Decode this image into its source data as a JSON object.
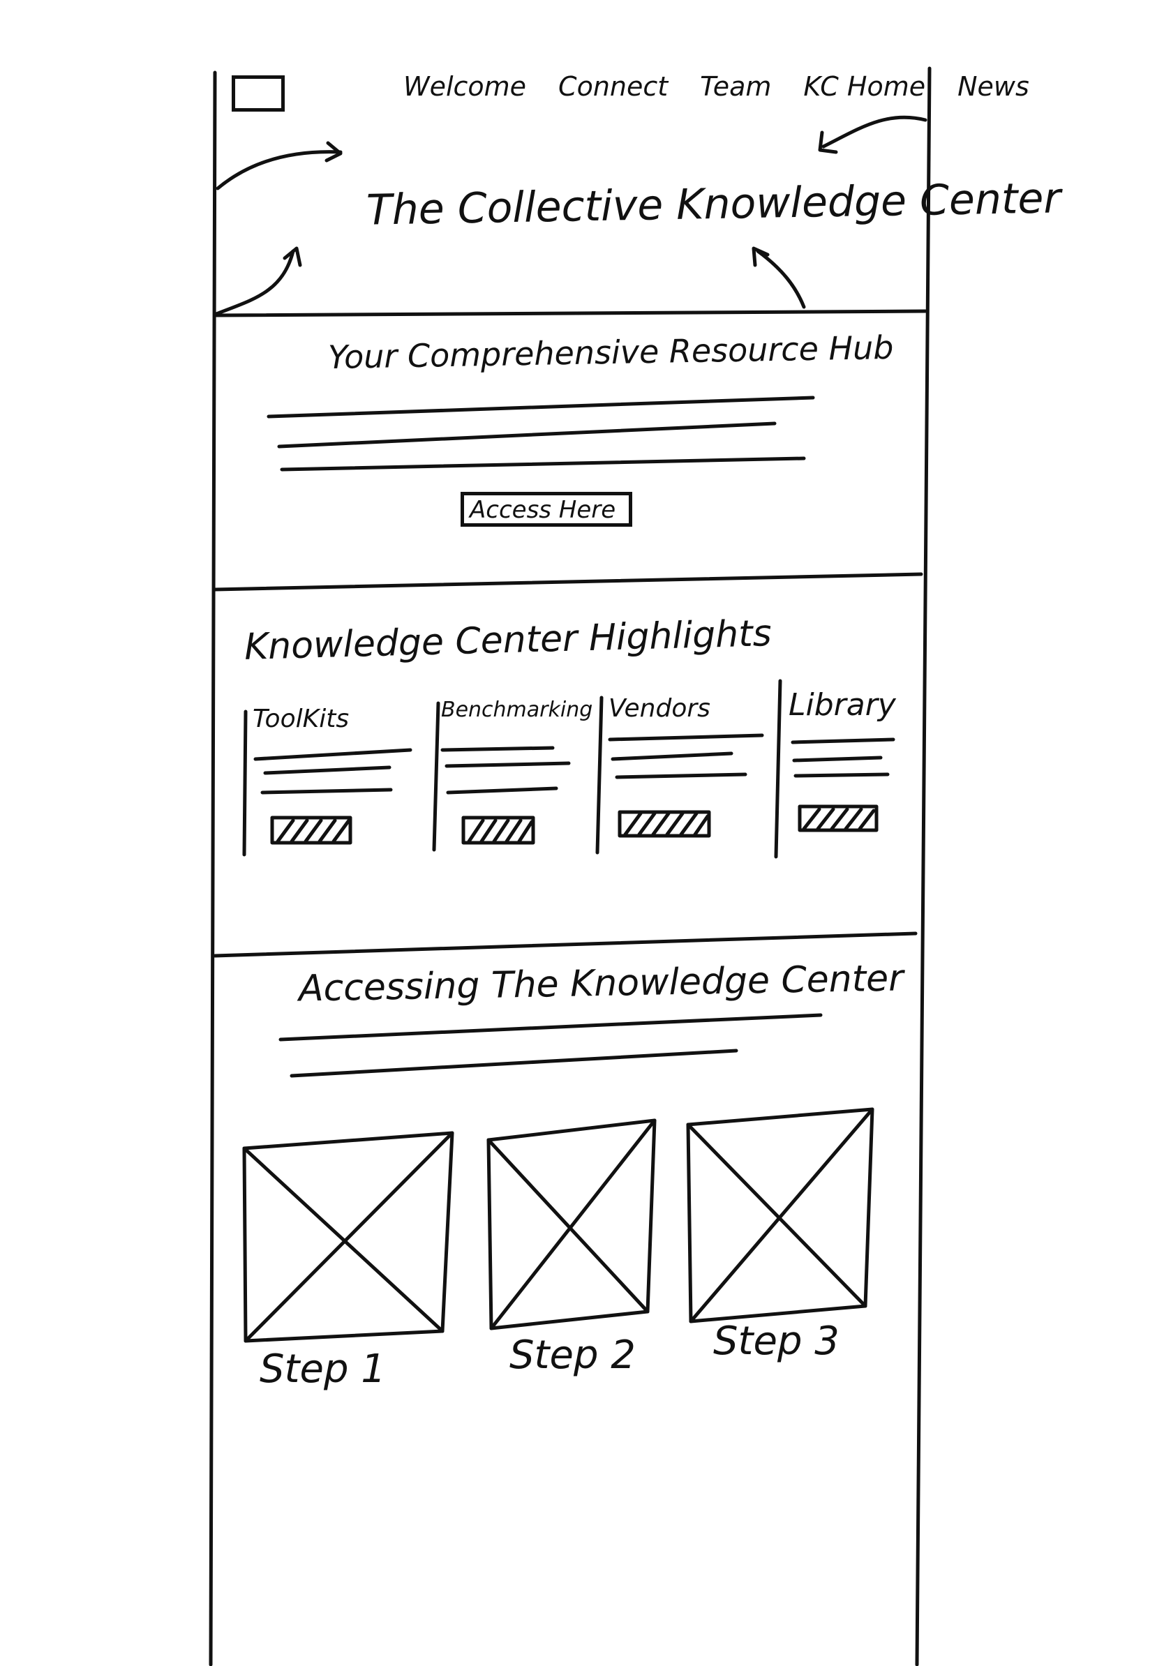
{
  "nav": {
    "logo_icon": "logo-placeholder-icon",
    "items": [
      "Welcome",
      "Connect",
      "Team",
      "KC Home",
      "News"
    ]
  },
  "hero": {
    "title": "The Collective Knowledge Center"
  },
  "resource": {
    "title": "Your Comprehensive Resource Hub",
    "button_label": "Access Here"
  },
  "highlights": {
    "title": "Knowledge Center Highlights",
    "cards": [
      {
        "title": "ToolKits"
      },
      {
        "title": "Benchmarking"
      },
      {
        "title": "Vendors"
      },
      {
        "title": "Library"
      }
    ]
  },
  "accessing": {
    "title": "Accessing The Knowledge Center",
    "steps": [
      {
        "label": "Step 1"
      },
      {
        "label": "Step 2"
      },
      {
        "label": "Step 3"
      }
    ]
  }
}
